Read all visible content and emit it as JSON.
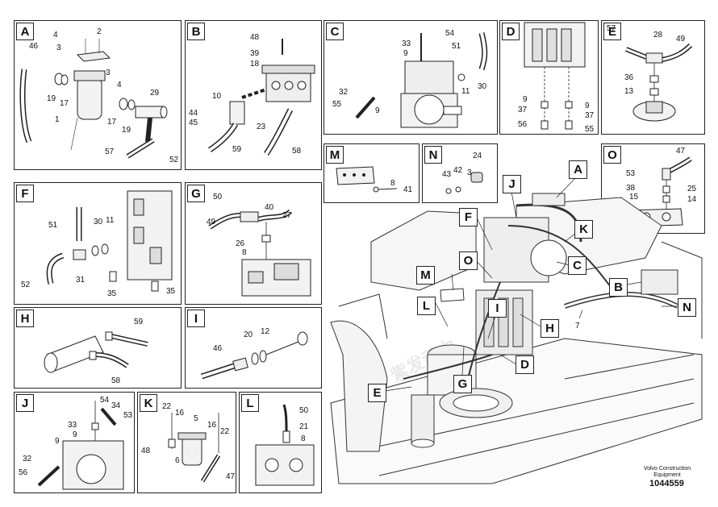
{
  "panels": {
    "A": {
      "label": "A",
      "parts": [
        "4",
        "2",
        "3",
        "46",
        "3",
        "4",
        "19",
        "17",
        "29",
        "1",
        "17",
        "19",
        "57",
        "52"
      ]
    },
    "B": {
      "label": "B",
      "parts": [
        "48",
        "39",
        "18",
        "10",
        "44",
        "45",
        "23",
        "59",
        "58"
      ]
    },
    "C": {
      "label": "C",
      "parts": [
        "54",
        "33",
        "9",
        "51",
        "32",
        "55",
        "9",
        "11",
        "30"
      ]
    },
    "D": {
      "label": "D",
      "parts": [
        "9",
        "37",
        "56",
        "9",
        "37",
        "55"
      ]
    },
    "E": {
      "label": "E",
      "parts": [
        "57",
        "28",
        "49",
        "36",
        "13"
      ]
    },
    "F": {
      "label": "F",
      "parts": [
        "51",
        "30",
        "11",
        "52",
        "31",
        "35",
        "35"
      ]
    },
    "G": {
      "label": "G",
      "parts": [
        "50",
        "40",
        "49",
        "27",
        "26",
        "8"
      ]
    },
    "H": {
      "label": "H",
      "parts": [
        "59",
        "58"
      ]
    },
    "I": {
      "label": "I",
      "parts": [
        "20",
        "12",
        "46"
      ]
    },
    "J": {
      "label": "J",
      "parts": [
        "54",
        "34",
        "53",
        "33",
        "9",
        "9",
        "32",
        "56"
      ]
    },
    "K": {
      "label": "K",
      "parts": [
        "22",
        "16",
        "5",
        "16",
        "22",
        "48",
        "6",
        "47"
      ]
    },
    "L": {
      "label": "L",
      "parts": [
        "50",
        "21",
        "8"
      ]
    },
    "M": {
      "label": "M",
      "parts": [
        "8",
        "41"
      ]
    },
    "N": {
      "label": "N",
      "parts": [
        "24",
        "43",
        "42",
        "3"
      ]
    },
    "O": {
      "label": "O",
      "parts": [
        "47",
        "53",
        "38",
        "15",
        "25",
        "14"
      ]
    }
  },
  "main": {
    "callouts": [
      "A",
      "J",
      "K",
      "F",
      "O",
      "C",
      "M",
      "B",
      "N",
      "L",
      "I",
      "H",
      "G",
      "D",
      "E"
    ],
    "part7": "7"
  },
  "footer": {
    "brand_line1": "Volvo Construction",
    "brand_line2": "Equipment",
    "doc_number": "1044559"
  },
  "watermark": {
    "text1": "紫发动力",
    "text2": "Diesel-Engines"
  }
}
